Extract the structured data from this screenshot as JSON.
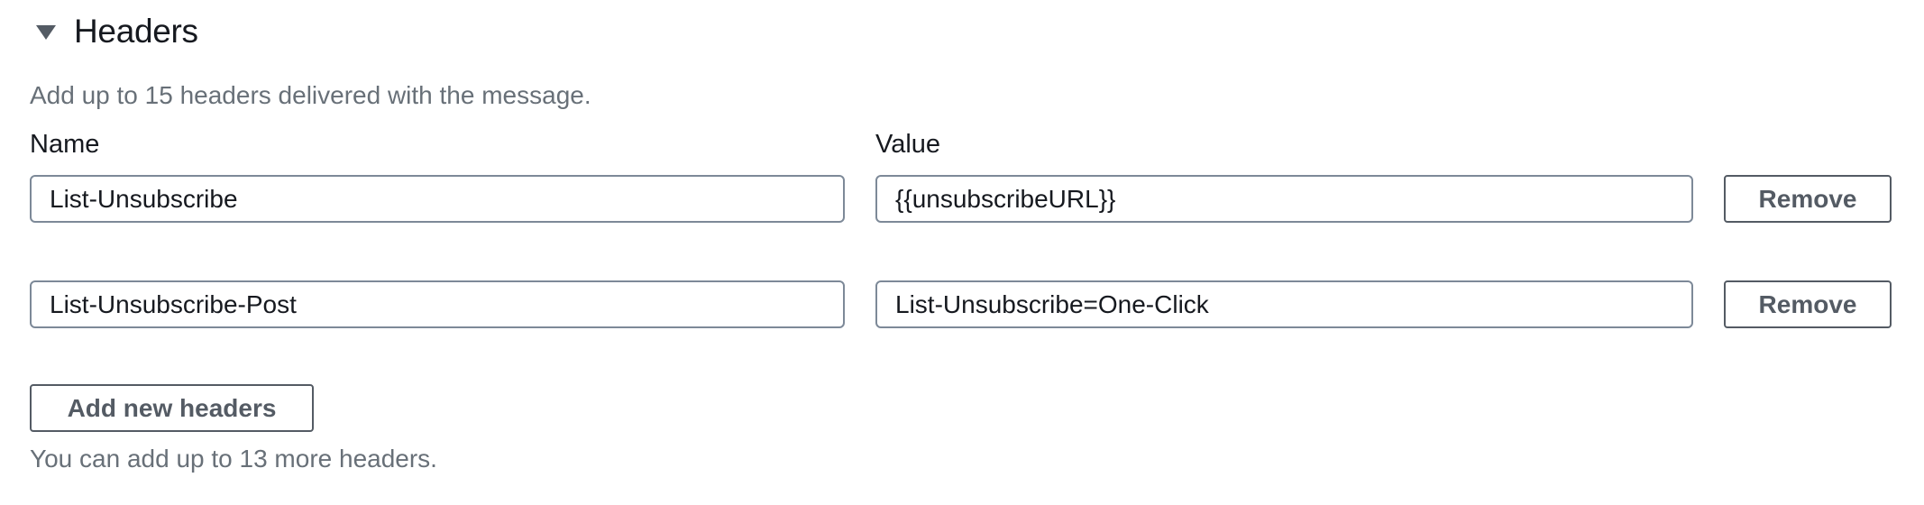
{
  "section": {
    "title": "Headers",
    "description": "Add up to 15 headers delivered with the message.",
    "columns": {
      "name_label": "Name",
      "value_label": "Value"
    },
    "rows": [
      {
        "name": "List-Unsubscribe",
        "value": "{{unsubscribeURL}}",
        "remove_label": "Remove"
      },
      {
        "name": "List-Unsubscribe-Post",
        "value": "List-Unsubscribe=One-Click",
        "remove_label": "Remove"
      }
    ],
    "add_button_label": "Add new headers",
    "footer_note": "You can add up to 13 more headers."
  },
  "icons": {
    "expand_state": "triangle-down-icon"
  },
  "colors": {
    "text_primary": "#16191f",
    "text_secondary": "#687078",
    "input_border": "#7d8998",
    "button_border": "#545b64",
    "button_text": "#545b64",
    "background": "#ffffff"
  }
}
